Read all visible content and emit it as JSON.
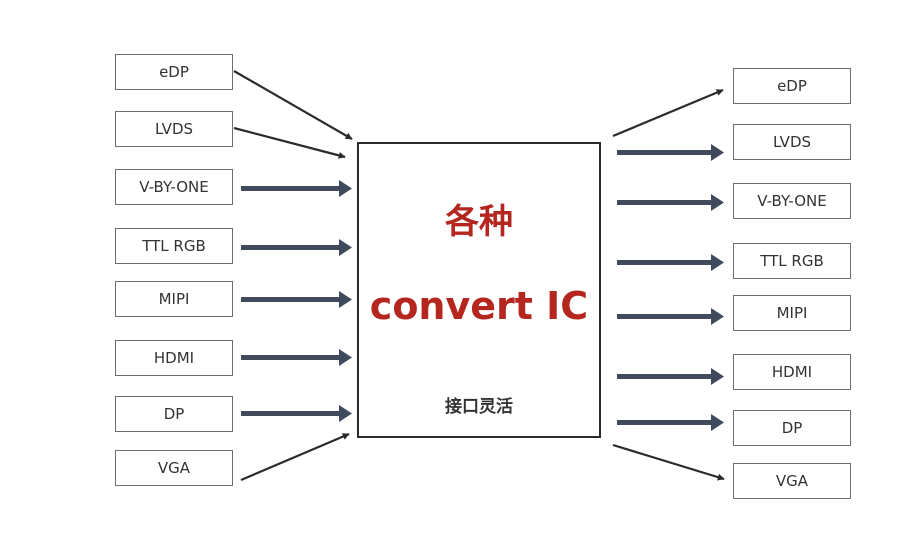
{
  "inputs": [
    "eDP",
    "LVDS",
    "V-BY-ONE",
    "TTL RGB",
    "MIPI",
    "HDMI",
    "DP",
    "VGA"
  ],
  "outputs": [
    "eDP",
    "LVDS",
    "V-BY-ONE",
    "TTL RGB",
    "MIPI",
    "HDMI",
    "DP",
    "VGA"
  ],
  "chip": {
    "title": "各种",
    "subtitle": "convert IC",
    "caption": "接口灵活"
  },
  "colors": {
    "thick_arrow": "#3f4a5c",
    "thin_arrow": "#2b2b2b",
    "chip_text": "#b5271e",
    "box_border": "#6e6e6e"
  }
}
